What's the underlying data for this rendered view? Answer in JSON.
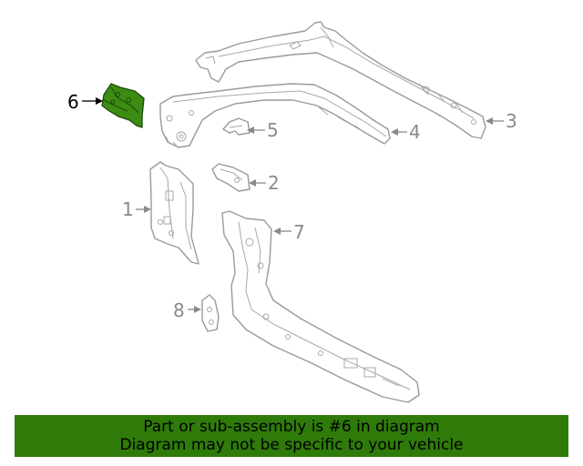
{
  "callouts": {
    "p1": "1",
    "p2": "2",
    "p3": "3",
    "p4": "4",
    "p5": "5",
    "p6": "6",
    "p7": "7",
    "p8": "8"
  },
  "highlighted_part": "6",
  "colors": {
    "highlight": "#3c8c14",
    "banner": "#2f7b0a",
    "line": "#9a9a9a"
  },
  "banner": {
    "line1": "Part or sub-assembly is #6 in diagram",
    "line2": "Diagram may not be specific to your vehicle"
  }
}
